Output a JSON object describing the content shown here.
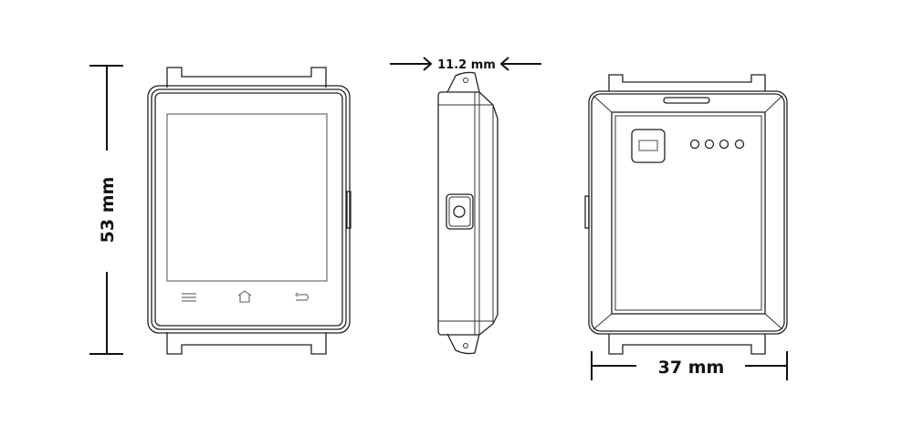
{
  "dimensions": {
    "height_label": "53 mm",
    "thickness_label": "11.2 mm",
    "width_label": "37 mm"
  },
  "views": [
    "front",
    "side",
    "back"
  ],
  "front_buttons": [
    "menu-icon",
    "home-icon",
    "back-icon"
  ],
  "back_led_count": 4
}
